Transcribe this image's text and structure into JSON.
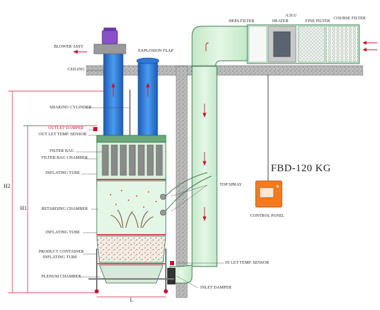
{
  "labels": {
    "blower_assy": "BLOWER ASSY",
    "explosion_flap": "EXPLOSION FLAP",
    "hepa_filter": "HEPA FILTER",
    "heater": "HEATER",
    "ahu": "A.H.U",
    "fine_filter": "FINE FILTER",
    "course_filter": "COURSE FILTER",
    "ceiling": "CEILING",
    "shaking_cylinder": "SHAKING CYLINDER",
    "outlet_damper": "OUTLET DAMPER",
    "outlet_temp_sensor": "OUT LET TEMP. SENSOR",
    "filter_bag": "FILTER BAG",
    "filter_bag_chamber": "FILTER BAG CHAMBER",
    "inflating_tube_top": "INFLATING TUBE",
    "retarding_chamber": "RETARDING CHAMBER",
    "inflating_tube_mid": "INFLATING TUBE",
    "product_container": "PRODUCT CONTAINER",
    "inflating_tube_bottom": "INFLATING TUBE",
    "plenum_chamber": "PLENUM CHAMBER",
    "top_spray": "TOP SPRAY",
    "control_panel": "CONTROL PANEL",
    "inlet_temp_sensor": "IN LET TEMP. SENSOR",
    "inlet_damper": "INLET DAMPER",
    "model": "FBD-120 KG",
    "dim_h2": "H2",
    "dim_h1": "H1",
    "dim_l": "L"
  },
  "colors": {
    "duct_fill": "#d6f0d8",
    "duct_stroke": "#3a7d4a",
    "ceiling_fill": "#b8b8b8",
    "blue_pipe": "#2e78d6",
    "filter_grey": "#8a8a8a",
    "red": "#c8102e",
    "panel_orange": "#f47a20",
    "blower_purple": "#8a50c8"
  }
}
